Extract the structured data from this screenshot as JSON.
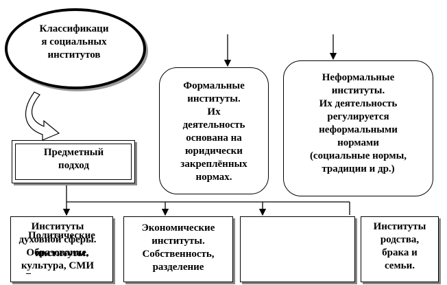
{
  "nodes": {
    "classification": "Классификаци\nя социальных\nинститутов",
    "formal": "Формальные\nинституты.\nИх\nдеятельность\nоснована на\nюридически\nзакреплённых\nнормах.",
    "informal": "Неформальные\nинституты.\nИх деятельность\nрегулируется\nнеформальными\nнормами\n(социальные нормы,\nтрадиции и др.)",
    "approach": "Предметный\nподход",
    "political": "Политические\nинституты.",
    "economic": "Экономические\nинституты.\nСобственность,\nразделение",
    "spiritual": "Институты\nдуховной сферы.\nОбразование,\nкультура, СМИ",
    "kinship": "Институты\nродства,\nбрака и\nсемьи."
  }
}
